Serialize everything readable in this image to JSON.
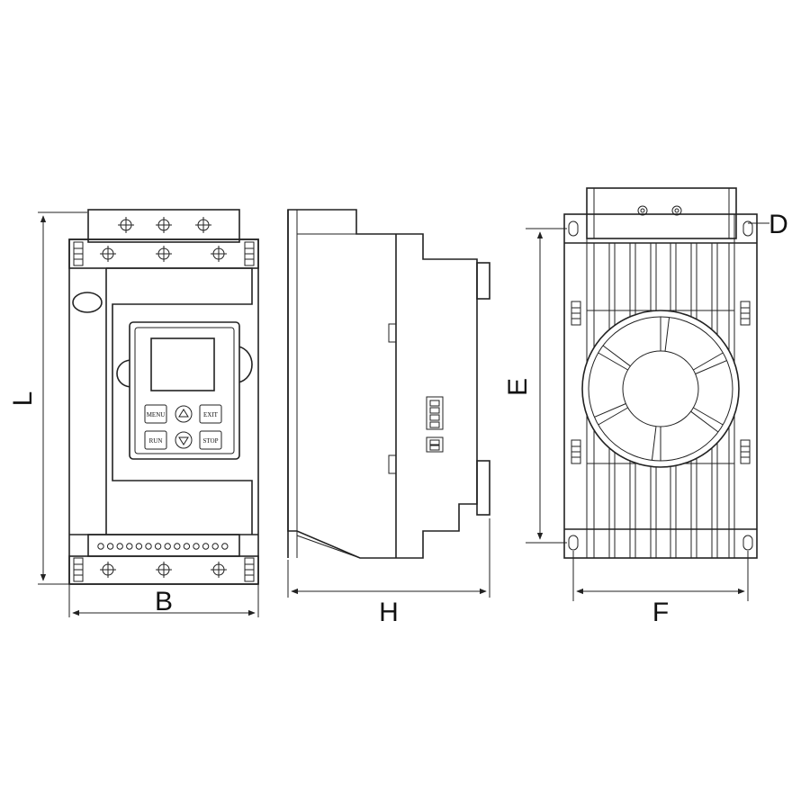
{
  "dimensions": {
    "L": "L",
    "B": "B",
    "H": "H",
    "E": "E",
    "F": "F",
    "D": "D"
  },
  "keypad": {
    "menu": "MENU",
    "exit": "EXIT",
    "run": "RUN",
    "stop": "STOP"
  }
}
